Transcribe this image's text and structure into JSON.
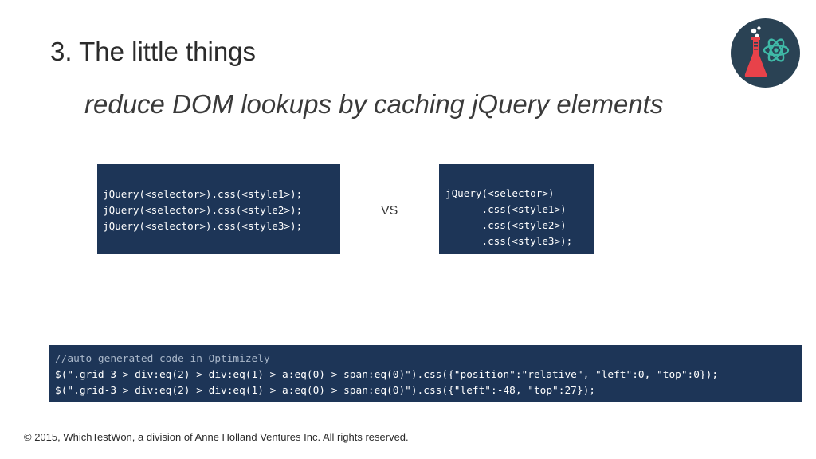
{
  "slide": {
    "title": "3. The little things",
    "subtitle": "reduce DOM lookups by caching jQuery elements",
    "vs_label": "VS",
    "footer": "© 2015, WhichTestWon, a division of Anne Holland Ventures Inc. All rights reserved."
  },
  "code_left": {
    "lines": [
      "jQuery(<selector>).css(<style1>);",
      "jQuery(<selector>).css(<style2>);",
      "jQuery(<selector>).css(<style3>);"
    ]
  },
  "code_right": {
    "lines": [
      "jQuery(<selector>)",
      "      .css(<style1>)",
      "      .css(<style2>)",
      "      .css(<style3>);"
    ]
  },
  "code_bottom": {
    "comment": "//auto-generated code in Optimizely",
    "lines": [
      "$(\".grid-3 > div:eq(2) > div:eq(1) > a:eq(0) > span:eq(0)\").css({\"position\":\"relative\", \"left\":0, \"top\":0});",
      "$(\".grid-3 > div:eq(2) > div:eq(1) > a:eq(0) > span:eq(0)\").css({\"left\":-48, \"top\":27});"
    ]
  },
  "logo": {
    "icon": "flask-atom-icon",
    "colors": {
      "circle": "#2a4254",
      "flask": "#e8424a",
      "atom": "#3fb9a7",
      "bubbles": "#ffffff"
    }
  },
  "colors": {
    "code_background": "#1d3557",
    "code_text": "#ffffff",
    "comment_text": "#a9b7c9"
  }
}
